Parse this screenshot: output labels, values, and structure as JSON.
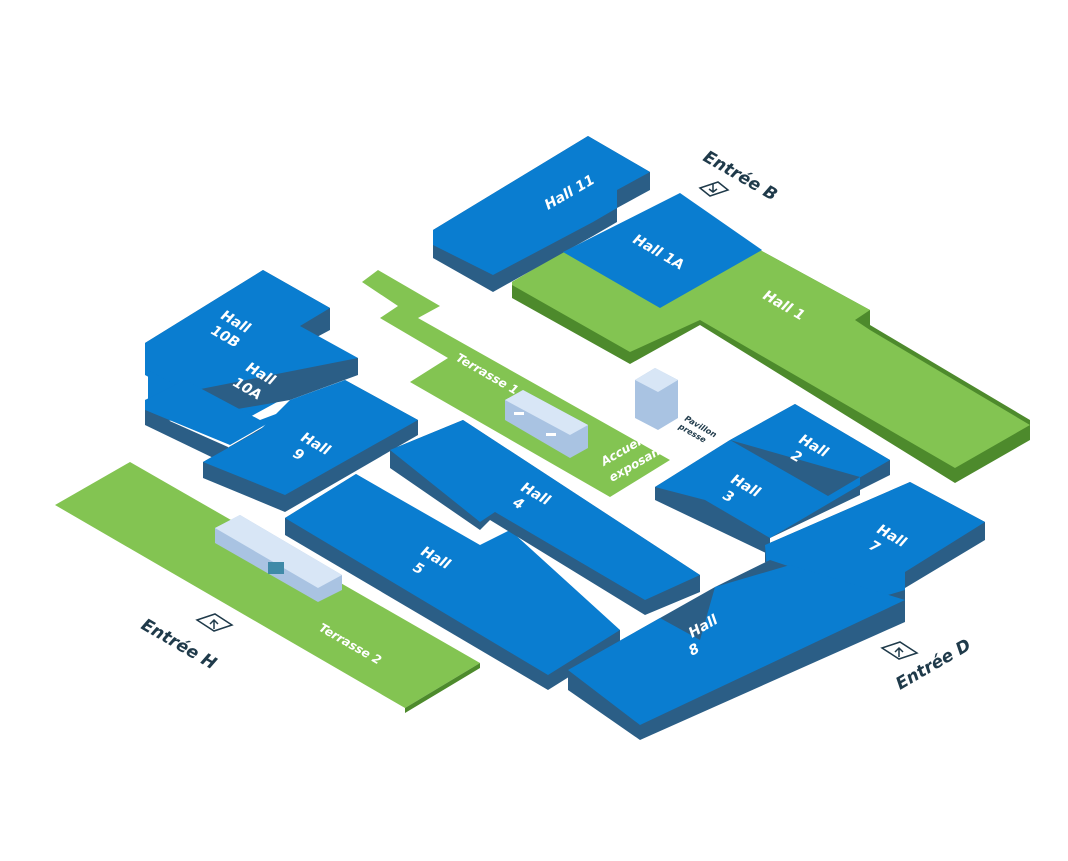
{
  "colors": {
    "hall_top": "#0a7dd0",
    "hall_side": "#2b5e86",
    "terrace_top": "#83c452",
    "terrace_side": "#4d8a2c",
    "entry_text": "#1f3a4a",
    "building": "#c5d8ee"
  },
  "halls": {
    "hall1": "Hall 1",
    "hall1a": "Hall 1A",
    "hall11": "Hall 11",
    "hall10b": [
      "Hall",
      "10B"
    ],
    "hall10a": [
      "Hall",
      "10A"
    ],
    "hall9": [
      "Hall",
      "9"
    ],
    "hall4": [
      "Hall",
      "4"
    ],
    "hall5": [
      "Hall",
      "5"
    ],
    "hall2": [
      "Hall",
      "2"
    ],
    "hall3": [
      "Hall",
      "3"
    ],
    "hall7": [
      "Hall",
      "7"
    ],
    "hall8": [
      "Hall",
      "8"
    ]
  },
  "terraces": {
    "terrasse1": "Terrasse 1",
    "terrasse2": "Terrasse 2",
    "accueil": [
      "Accueil",
      "exposants"
    ],
    "pavillon": [
      "Pavillon",
      "presse"
    ]
  },
  "entries": {
    "b": "Entrée B",
    "d": "Entrée D",
    "h": "Entrée H"
  }
}
